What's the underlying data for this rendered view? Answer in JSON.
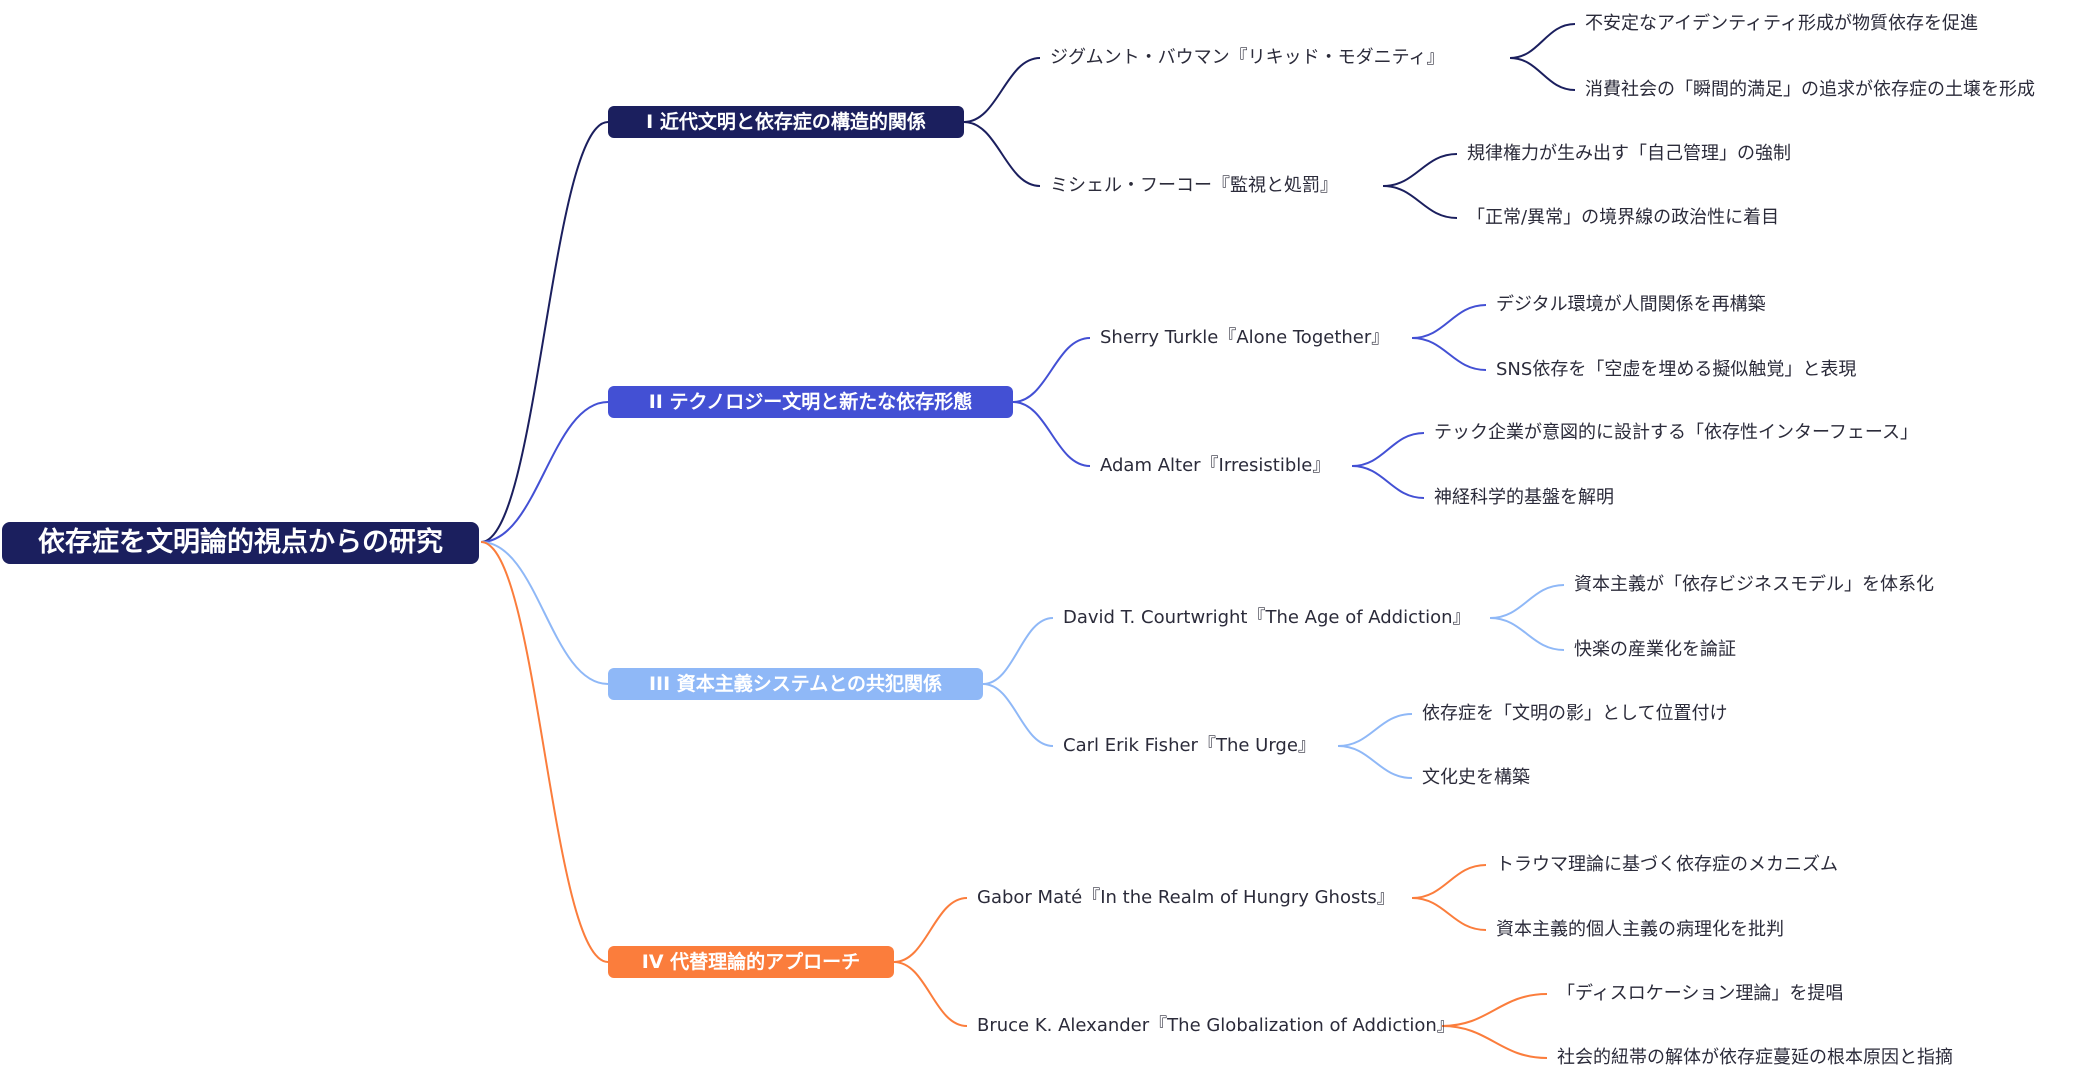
{
  "root": {
    "label": "依存症を文明論的視点からの研究"
  },
  "branches": [
    {
      "label": "I 近代文明と依存症の構造的関係",
      "color": "#1b1f5e",
      "books": [
        {
          "label": "ジグムント・バウマン『リキッド・モダニティ』",
          "points": [
            "不安定なアイデンティティ形成が物質依存を促進",
            "消費社会の「瞬間的満足」の追求が依存症の土壌を形成"
          ]
        },
        {
          "label": "ミシェル・フーコー『監視と処罰』",
          "points": [
            "規律権力が生み出す「自己管理」の強制",
            "「正常/異常」の境界線の政治性に着目"
          ]
        }
      ]
    },
    {
      "label": "II テクノロジー文明と新たな依存形態",
      "color": "#4350d4",
      "books": [
        {
          "label": "Sherry Turkle『Alone Together』",
          "points": [
            "デジタル環境が人間関係を再構築",
            "SNS依存を「空虚を埋める擬似触覚」と表現"
          ]
        },
        {
          "label": "Adam Alter『Irresistible』",
          "points": [
            "テック企業が意図的に設計する「依存性インターフェース」",
            "神経科学的基盤を解明"
          ]
        }
      ]
    },
    {
      "label": "III 資本主義システムとの共犯関係",
      "color": "#8fb8f7",
      "books": [
        {
          "label": "David T. Courtwright『The Age of Addiction』",
          "points": [
            "資本主義が「依存ビジネスモデル」を体系化",
            "快楽の産業化を論証"
          ]
        },
        {
          "label": "Carl Erik Fisher『The Urge』",
          "points": [
            "依存症を「文明の影」として位置付け",
            "文化史を構築"
          ]
        }
      ]
    },
    {
      "label": "IV 代替理論的アプローチ",
      "color": "#fb7d3c",
      "books": [
        {
          "label": "Gabor Maté『In the Realm of Hungry Ghosts』",
          "points": [
            "トラウマ理論に基づく依存症のメカニズム",
            "資本主義的個人主義の病理化を批判"
          ]
        },
        {
          "label": "Bruce K. Alexander『The Globalization of Addiction』",
          "points": [
            "「ディスロケーション理論」を提唱",
            "社会的紐帯の解体が依存症蔓延の根本原因と指摘"
          ]
        }
      ]
    }
  ]
}
